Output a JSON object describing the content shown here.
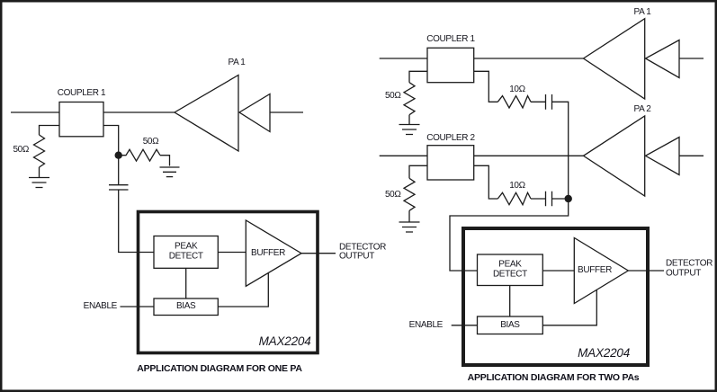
{
  "colors": {
    "line": "#1c1c1c",
    "text": "#15151d",
    "background": "#ffffff"
  },
  "left": {
    "pa1": "PA 1",
    "coupler1": "COUPLER 1",
    "r_term_main": "50Ω",
    "r_term_tap": "50Ω",
    "peak_line1": "PEAK",
    "peak_line2": "DETECT",
    "buffer": "BUFFER",
    "bias": "BIAS",
    "enable": "ENABLE",
    "out_line1": "DETECTOR",
    "out_line2": "OUTPUT",
    "part": "MAX2204",
    "caption": "APPLICATION DIAGRAM FOR ONE PA"
  },
  "right": {
    "pa1": "PA 1",
    "pa2": "PA 2",
    "coupler1": "COUPLER 1",
    "coupler2": "COUPLER 2",
    "r_term1": "50Ω",
    "r_term2": "50Ω",
    "r_iso1": "10Ω",
    "r_iso2": "10Ω",
    "peak_line1": "PEAK",
    "peak_line2": "DETECT",
    "buffer": "BUFFER",
    "bias": "BIAS",
    "enable": "ENABLE",
    "out_line1": "DETECTOR",
    "out_line2": "OUTPUT",
    "part": "MAX2204",
    "caption": "APPLICATION DIAGRAM FOR TWO PAs"
  }
}
